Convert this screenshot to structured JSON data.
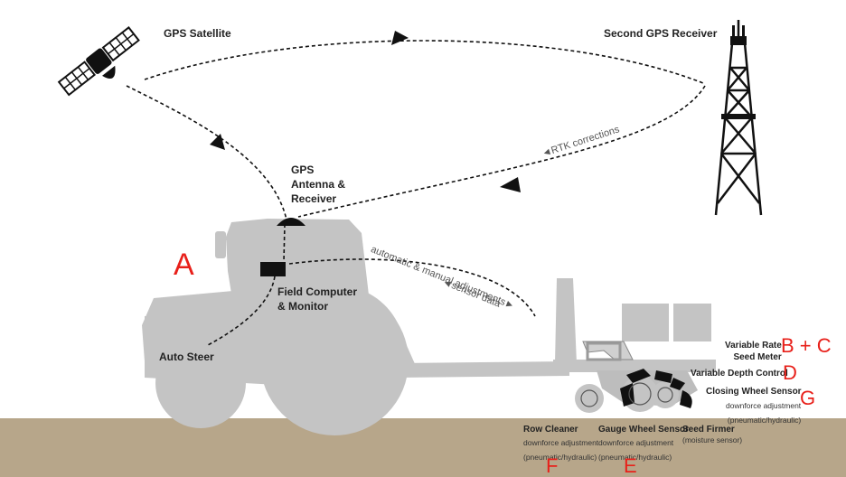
{
  "labels": {
    "gps_satellite": "GPS Satellite",
    "second_receiver": "Second GPS Receiver",
    "rtk": "◄RTK corrections",
    "gps_antenna": "GPS\nAntenna &\nReceiver",
    "field_computer": "Field Computer\n& Monitor",
    "auto_steer": "Auto Steer",
    "auto_manual": "automatic & manual adjustments►",
    "sensor_data": "◄sensor data",
    "vr_seed_meter": "Variable Rate\nSeed Meter",
    "var_depth": "Variable Depth Control",
    "closing_wheel": "Closing Wheel Sensor",
    "closing_wheel_sub": "downforce adjustment\n(pneumatic/hydraulic)",
    "row_cleaner": "Row Cleaner",
    "row_cleaner_sub": "downforce adjustment\n(pneumatic/hydraulic)",
    "gauge_wheel": "Gauge Wheel Sensor",
    "gauge_wheel_sub": "downforce adjustment\n(pneumatic/hydraulic)",
    "seed_firmer": "Seed Firmer",
    "seed_firmer_sub": "(moisture sensor)"
  },
  "letters": {
    "a": "A",
    "bc": "B + C",
    "d": "D",
    "g": "G",
    "f": "F",
    "e": "E"
  },
  "colors": {
    "ground": "#b7a68a",
    "machine": "#c4c4c4",
    "letter": "#e8201a",
    "line": "#111111"
  }
}
